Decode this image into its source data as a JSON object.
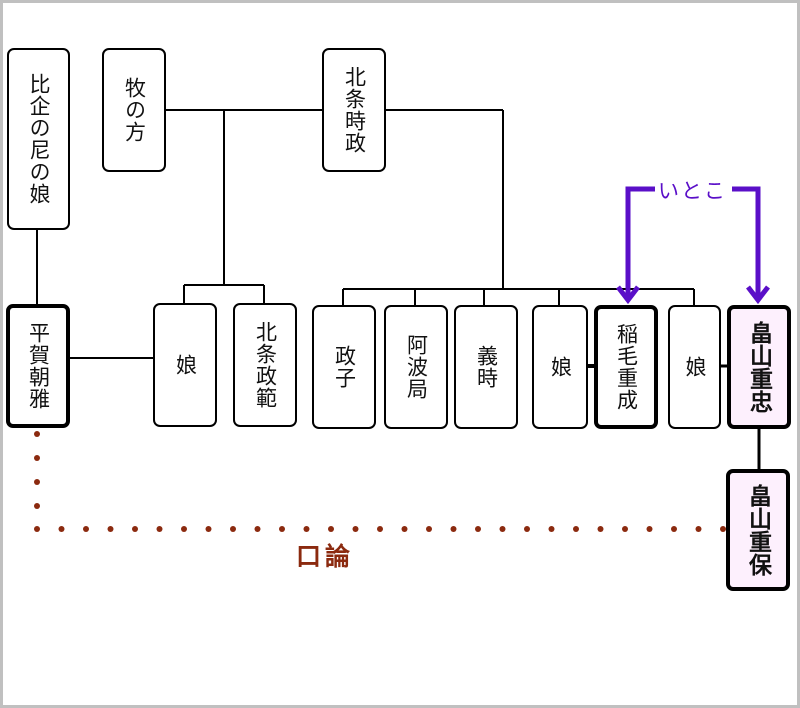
{
  "diagram": {
    "title": "",
    "colors": {
      "line": "#000000",
      "cousin_arrow": "#5a0fc8",
      "quarrel": "#8b2a0f",
      "highlight_fill": "#fdf0fd",
      "frame": "#c0c0c0"
    },
    "people": {
      "hiki_daughter": "比企の尼の娘",
      "maki_no_kata": "牧の方",
      "hojo_tokimasa": "北条時政",
      "hiraga_tomomasa": "平賀朝雅",
      "daughter_a": "娘",
      "hojo_masanori": "北条政範",
      "masako": "政子",
      "awa_no_tsubone": "阿波局",
      "yoshitoki": "義時",
      "daughter_b": "娘",
      "inage_shigenari": "稲毛重成",
      "daughter_c": "娘",
      "hatakeyama_shigetada": "畠山重忠",
      "hatakeyama_shigeyasu": "畠山重保"
    },
    "annotations": {
      "cousins": "いとこ",
      "quarrel": "口論"
    }
  }
}
